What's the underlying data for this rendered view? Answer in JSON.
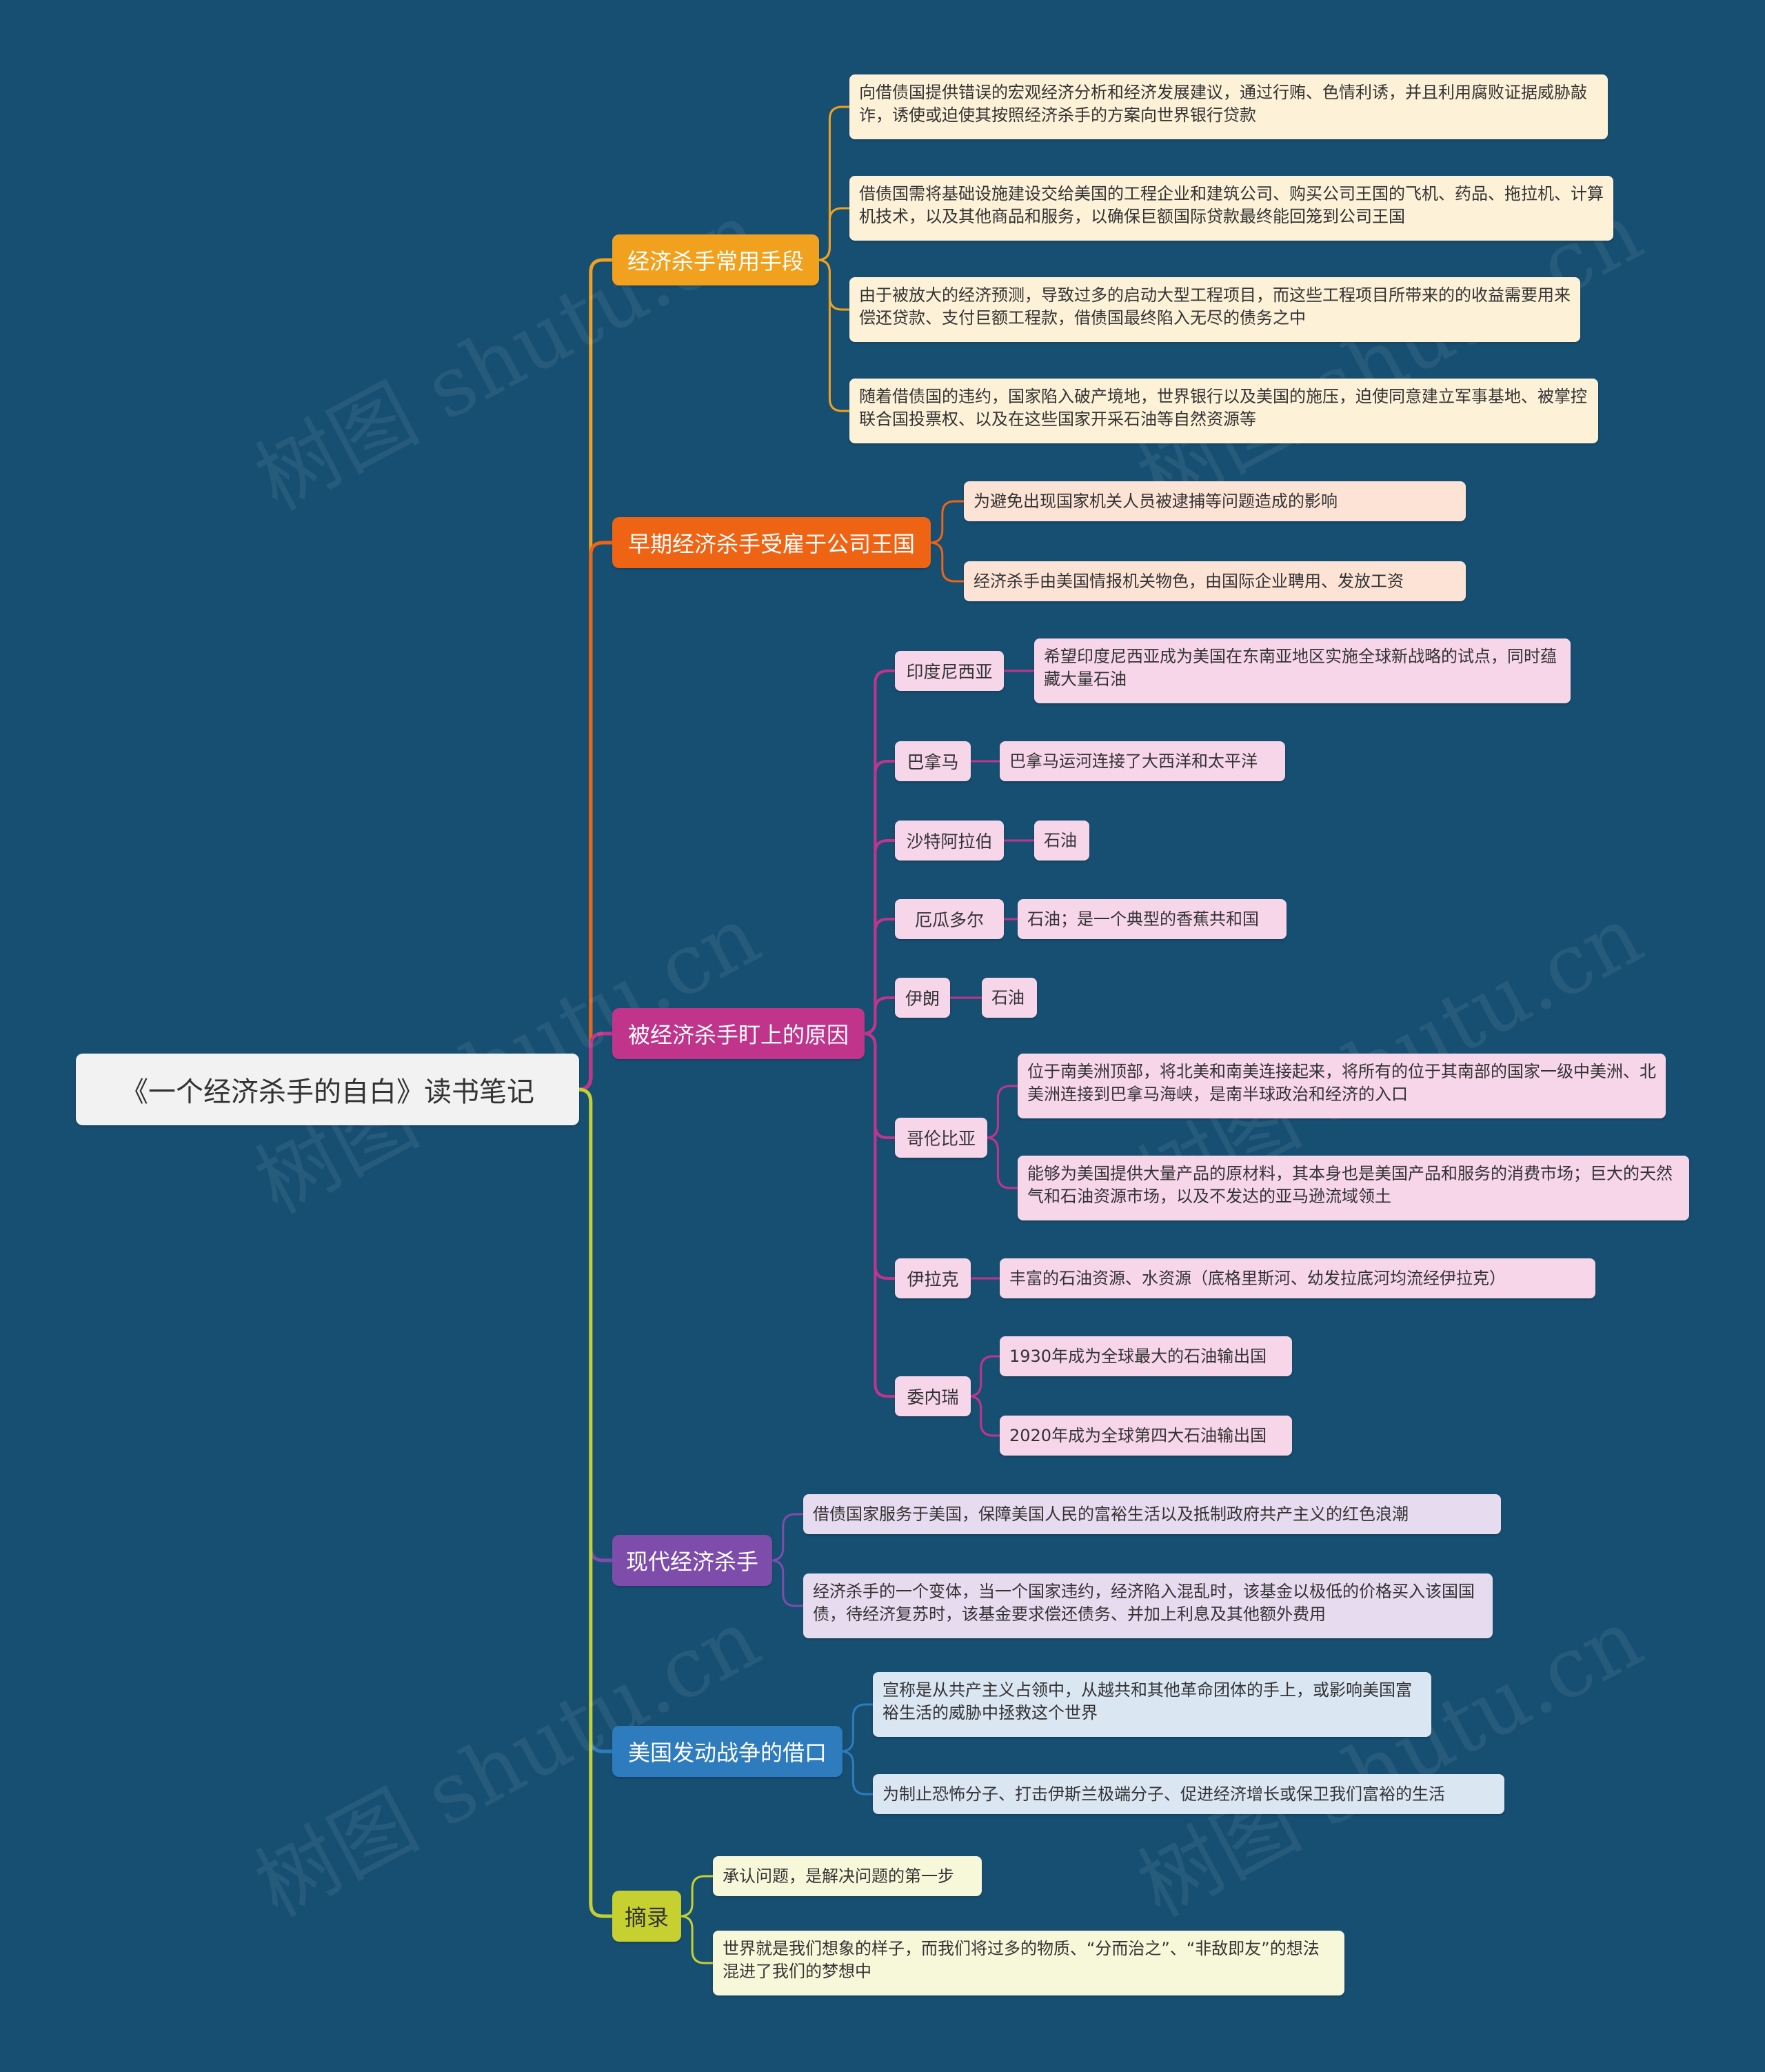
{
  "root": {
    "label": "《一个经济杀手的自白》读书笔记"
  },
  "watermark": "树图 shutu.cn",
  "branches": [
    {
      "label": "经济杀手常用手段",
      "color": "#f2a11e",
      "lineColor": "#f2a11e",
      "leafBg": "#fdf1d7",
      "items": [
        {
          "text": "向借债国提供错误的宏观经济分析和经济发展建议，通过行贿、色情利诱，并且利用腐败证据威胁敲诈，诱使或迫使其按照经济杀手的方案向世界银行贷款"
        },
        {
          "text": "借债国需将基础设施建设交给美国的工程企业和建筑公司、购买公司王国的飞机、药品、拖拉机、计算机技术，以及其他商品和服务，以确保巨额国际贷款最终能回笼到公司王国"
        },
        {
          "text": "由于被放大的经济预测，导致过多的启动大型工程项目，而这些工程项目所带来的的收益需要用来偿还贷款、支付巨额工程款，借债国最终陷入无尽的债务之中"
        },
        {
          "text": "随着借债国的违约，国家陷入破产境地，世界银行以及美国的施压，迫使同意建立军事基地、被掌控联合国投票权、以及在这些国家开采石油等自然资源等"
        }
      ]
    },
    {
      "label": "早期经济杀手受雇于公司王国",
      "color": "#ef6414",
      "lineColor": "#ef6414",
      "leafBg": "#fde3d5",
      "items": [
        {
          "text": "为避免出现国家机关人员被逮捕等问题造成的影响"
        },
        {
          "text": "经济杀手由美国情报机关物色，由国际企业聘用、发放工资"
        }
      ]
    },
    {
      "label": "被经济杀手盯上的原因",
      "color": "#c1348c",
      "lineColor": "#c1348c",
      "leafBg": "#f7d6ea",
      "items": [
        {
          "label": "印度尼西亚",
          "children": [
            "希望印度尼西亚成为美国在东南亚地区实施全球新战略的试点，同时蕴藏大量石油"
          ]
        },
        {
          "label": "巴拿马",
          "children": [
            "巴拿马运河连接了大西洋和太平洋"
          ]
        },
        {
          "label": "沙特阿拉伯",
          "children": [
            "石油"
          ]
        },
        {
          "label": "厄瓜多尔",
          "children": [
            "石油；是一个典型的香蕉共和国"
          ]
        },
        {
          "label": "伊朗",
          "children": [
            "石油"
          ]
        },
        {
          "label": "哥伦比亚",
          "children": [
            "位于南美洲顶部，将北美和南美连接起来，将所有的位于其南部的国家一级中美洲、北美洲连接到巴拿马海峡，是南半球政治和经济的入口",
            "能够为美国提供大量产品的原材料，其本身也是美国产品和服务的消费市场；巨大的天然气和石油资源市场，以及不发达的亚马逊流域领土"
          ]
        },
        {
          "label": "伊拉克",
          "children": [
            "丰富的石油资源、水资源（底格里斯河、幼发拉底河均流经伊拉克）"
          ]
        },
        {
          "label": "委内瑞",
          "children": [
            "1930年成为全球最大的石油输出国",
            "2020年成为全球第四大石油输出国"
          ]
        }
      ]
    },
    {
      "label": "现代经济杀手",
      "color": "#7e4cab",
      "lineColor": "#7e4cab",
      "leafBg": "#e7dbef",
      "items": [
        {
          "text": "借债国家服务于美国，保障美国人民的富裕生活以及抵制政府共产主义的红色浪潮"
        },
        {
          "text": "经济杀手的一个变体，当一个国家违约，经济陷入混乱时，该基金以极低的价格买入该国国债，待经济复苏时，该基金要求偿还债务、并加上利息及其他额外费用"
        }
      ]
    },
    {
      "label": "美国发动战争的借口",
      "color": "#2e7bbd",
      "lineColor": "#2e7bbd",
      "leafBg": "#dae6f2",
      "items": [
        {
          "text": "宣称是从共产主义占领中，从越共和其他革命团体的手上，或影响美国富裕生活的威胁中拯救这个世界"
        },
        {
          "text": "为制止恐怖分子、打击伊斯兰极端分子、促进经济增长或保卫我们富裕的生活"
        }
      ]
    },
    {
      "label": "摘录",
      "color": "#c6d131",
      "lineColor": "#c6d131",
      "leafBg": "#f7f8d9",
      "labelColor": "#333",
      "items": [
        {
          "text": "承认问题，是解决问题的第一步"
        },
        {
          "text": "世界就是我们想象的样子，而我们将过多的物质、“分而治之”、“非敌即友”的想法混进了我们的梦想中"
        }
      ]
    }
  ]
}
